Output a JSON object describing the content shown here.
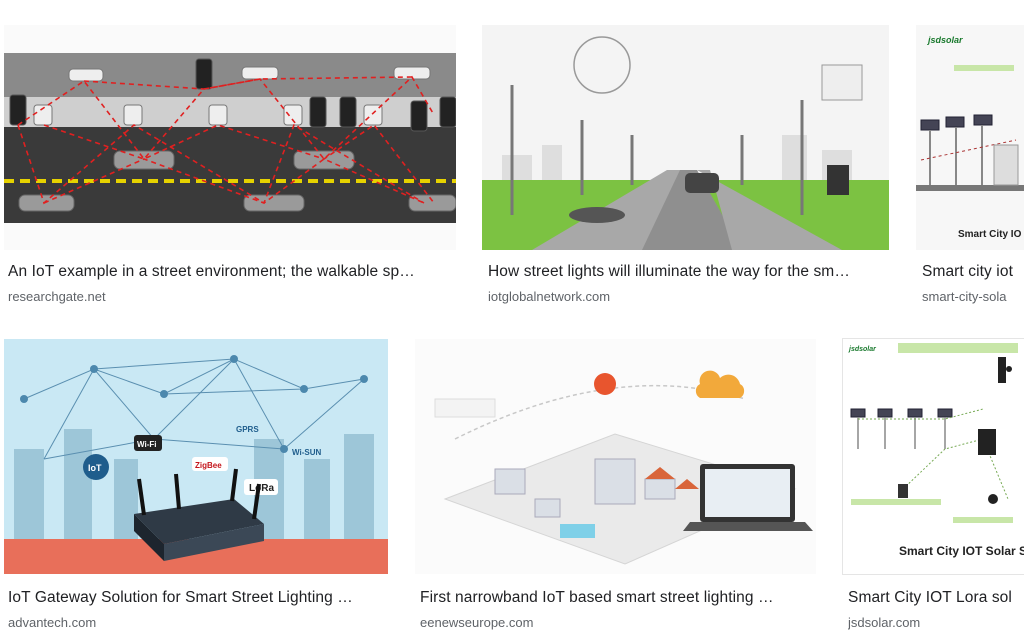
{
  "results": [
    {
      "title": "An IoT example in a street environment; the walkable sp…",
      "source": "researchgate.net"
    },
    {
      "title": "How street lights will illuminate the way for the sm…",
      "source": "iotglobalnetwork.com"
    },
    {
      "title": "Smart city iot",
      "source": "smart-city-sola",
      "image_caption": "Smart City IO"
    },
    {
      "title": "IoT Gateway Solution for Smart Street Lighting …",
      "source": "advantech.com",
      "labels": [
        "IoT",
        "Wi-Fi",
        "ZigBee",
        "LoRa",
        "Wi-SUN",
        "GPRS"
      ]
    },
    {
      "title": "First narrowband IoT based smart street lighting …",
      "source": "eenewseurope.com"
    },
    {
      "title": "Smart City IOT Lora sol",
      "source": "jsdsolar.com",
      "image_caption": "Smart City IOT Solar S",
      "labels": [
        "jsdsolar"
      ]
    }
  ],
  "brand": {
    "logo": "jsdsolar"
  }
}
